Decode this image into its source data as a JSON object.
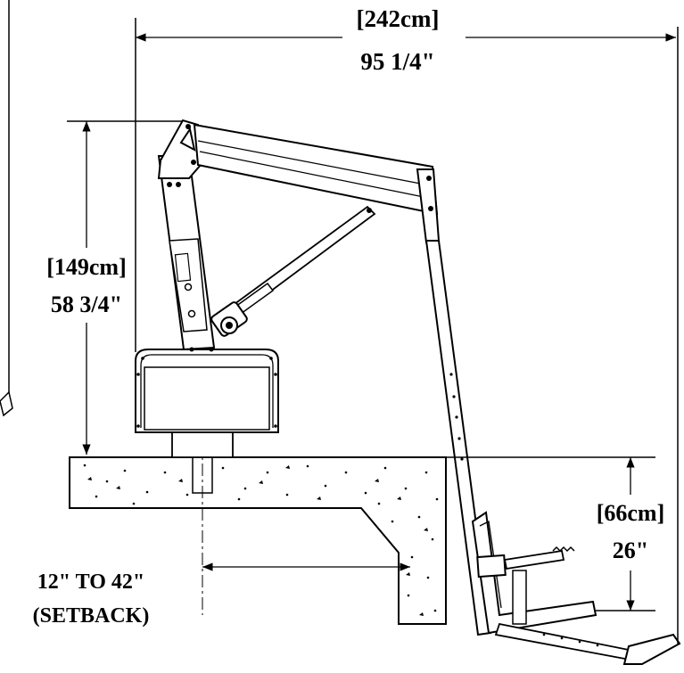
{
  "dimensions": {
    "overall_width": {
      "metric": "[242cm]",
      "imperial": "95 1/4\""
    },
    "mount_height": {
      "metric": "[149cm]",
      "imperial": "58 3/4\""
    },
    "seat_depth": {
      "metric": "[66cm]",
      "imperial": "26\""
    },
    "setback": {
      "range": "12\" TO 42\"",
      "note": "(SETBACK)"
    }
  },
  "colors": {
    "ink": "#000000",
    "concrete_fill": "#ffffff"
  }
}
